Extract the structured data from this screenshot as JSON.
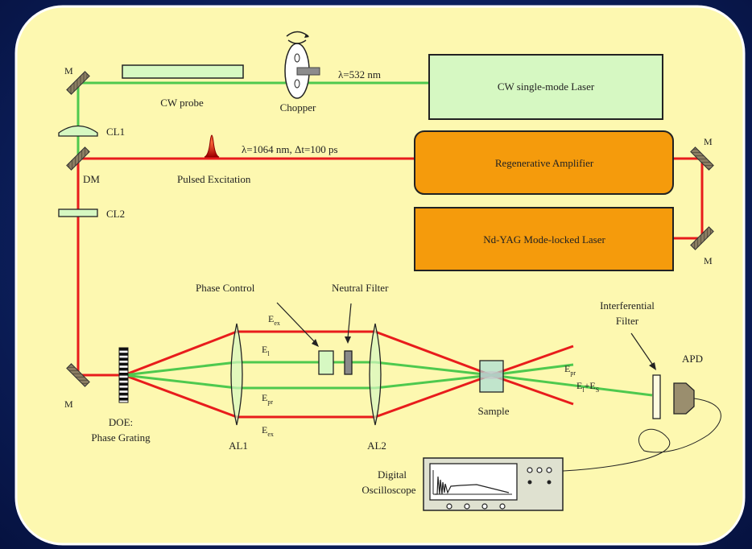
{
  "colors": {
    "panel": "#fdf8b0",
    "pump_beam": "#e81c1c",
    "probe_beam": "#4ec94e",
    "laser_orange": "#f59b0c",
    "laser_green": "#d6f8c2",
    "background": "#0d2160"
  },
  "labels": {
    "mirror_m": "M",
    "cw_probe": "CW probe",
    "chopper": "Chopper",
    "lambda_probe": "λ=532 nm",
    "cw_laser": "CW single-mode Laser",
    "cl1": "CL1",
    "cl2": "CL2",
    "dm": "DM",
    "pulsed_excitation": "Pulsed Excitation",
    "lambda_pump": "λ=1064 nm, Δt=100 ps",
    "regen_amp": "Regenerative Amplifier",
    "ndyag": "Nd-YAG Mode-locked Laser",
    "phase_control": "Phase Control",
    "neutral_filter": "Neutral Filter",
    "interferential_filter_1": "Interferential",
    "interferential_filter_2": "Filter",
    "apd": "APD",
    "doe_1": "DOE:",
    "doe_2": "Phase Grating",
    "al1": "AL1",
    "al2": "AL2",
    "sample": "Sample",
    "digital": "Digital",
    "oscilloscope": "Oscilloscope",
    "e": "E",
    "sub_ex": "ex",
    "sub_l": "l",
    "sub_pr": "pr",
    "sub_s": "S",
    "plus": "+E"
  }
}
